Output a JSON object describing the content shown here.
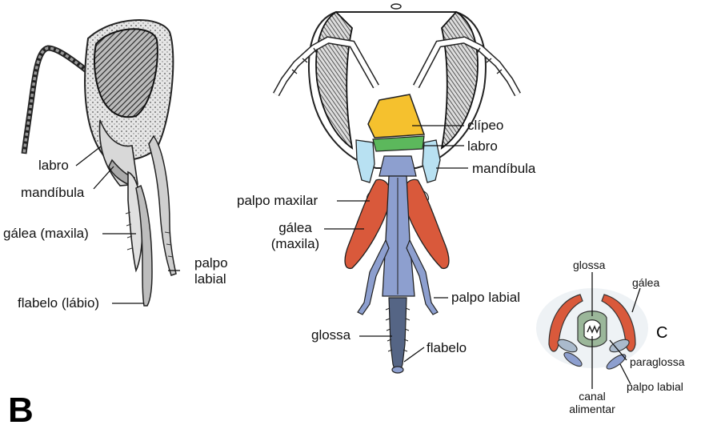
{
  "panel_letter": "B",
  "panel_c_letter": "C",
  "left_labels": {
    "labro": "labro",
    "mandibula": "mandíbula",
    "galea": "gálea (maxila)",
    "palpo_line1": "palpo",
    "palpo_line2": "labial",
    "flabelo": "flabelo (lábio)"
  },
  "center_labels": {
    "clipeo": "clípeo",
    "labro": "labro",
    "mandibula": "mandíbula",
    "palpo_maxilar": "palpo maxilar",
    "galea_line1": "gálea",
    "galea_line2": "(maxila)",
    "palpo_labial": "palpo labial",
    "glossa": "glossa",
    "flabelo": "flabelo"
  },
  "section_labels": {
    "glossa": "glossa",
    "galea": "gálea",
    "paraglossa": "paraglossa",
    "palpo_labial": "palpo labial",
    "canal_line1": "canal",
    "canal_line2": "alimentar"
  },
  "colors": {
    "clipeo": "#f5c12e",
    "labro": "#5cb85c",
    "mandibula": "#b8e1f2",
    "galea": "#d9593b",
    "labium": "#8d9fcf",
    "glossa_section": "#9bb79a"
  }
}
